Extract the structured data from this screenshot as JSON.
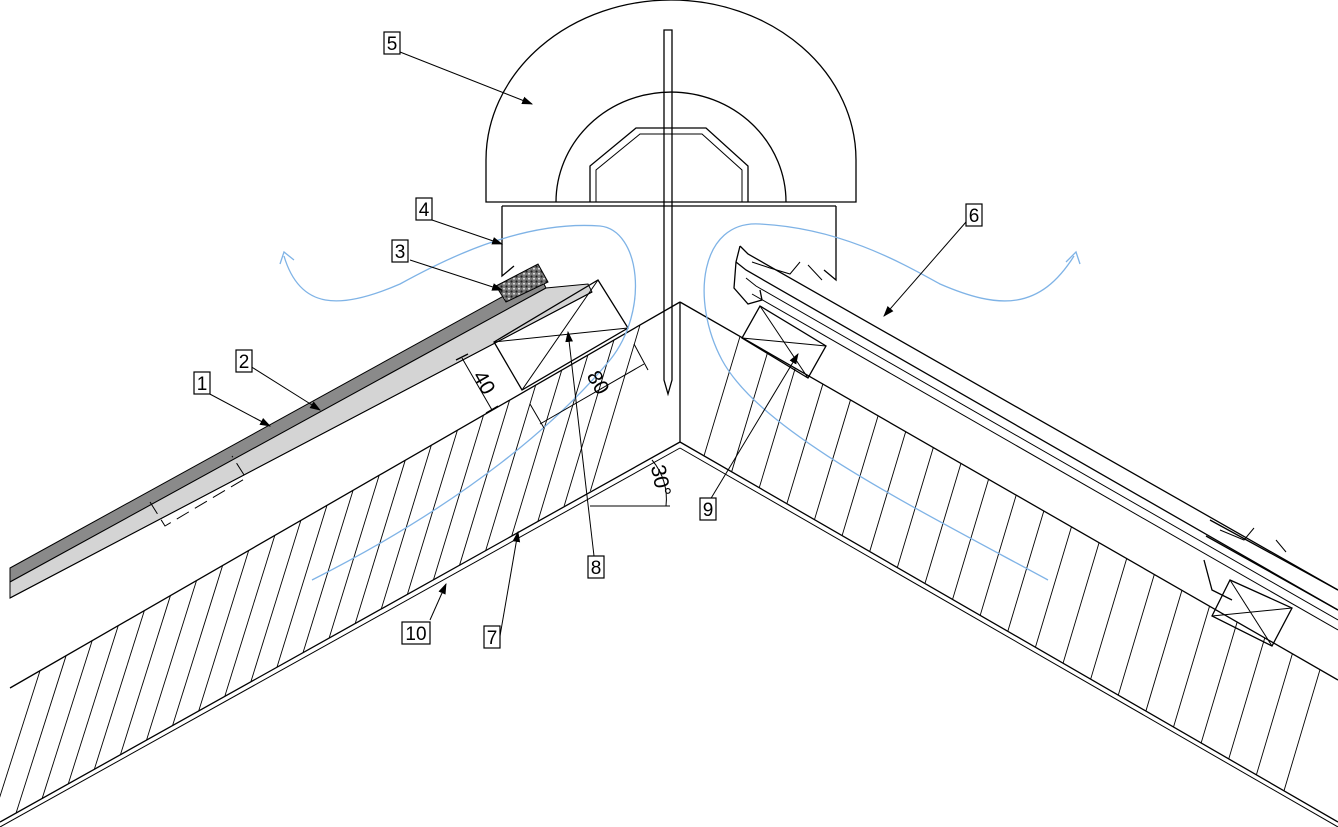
{
  "callouts": [
    {
      "id": "1",
      "label": "1"
    },
    {
      "id": "2",
      "label": "2"
    },
    {
      "id": "3",
      "label": "3"
    },
    {
      "id": "4",
      "label": "4"
    },
    {
      "id": "5",
      "label": "5"
    },
    {
      "id": "6",
      "label": "6"
    },
    {
      "id": "7",
      "label": "7"
    },
    {
      "id": "8",
      "label": "8"
    },
    {
      "id": "9",
      "label": "9"
    },
    {
      "id": "10",
      "label": "10"
    }
  ],
  "dimensions": {
    "batten_height": "40",
    "batten_width": "80",
    "roof_pitch": "30°"
  },
  "colors": {
    "line": "#000000",
    "roof_dark": "#8a8a8a",
    "roof_light": "#d4d4d4",
    "airflow": "#7fb3e6"
  }
}
